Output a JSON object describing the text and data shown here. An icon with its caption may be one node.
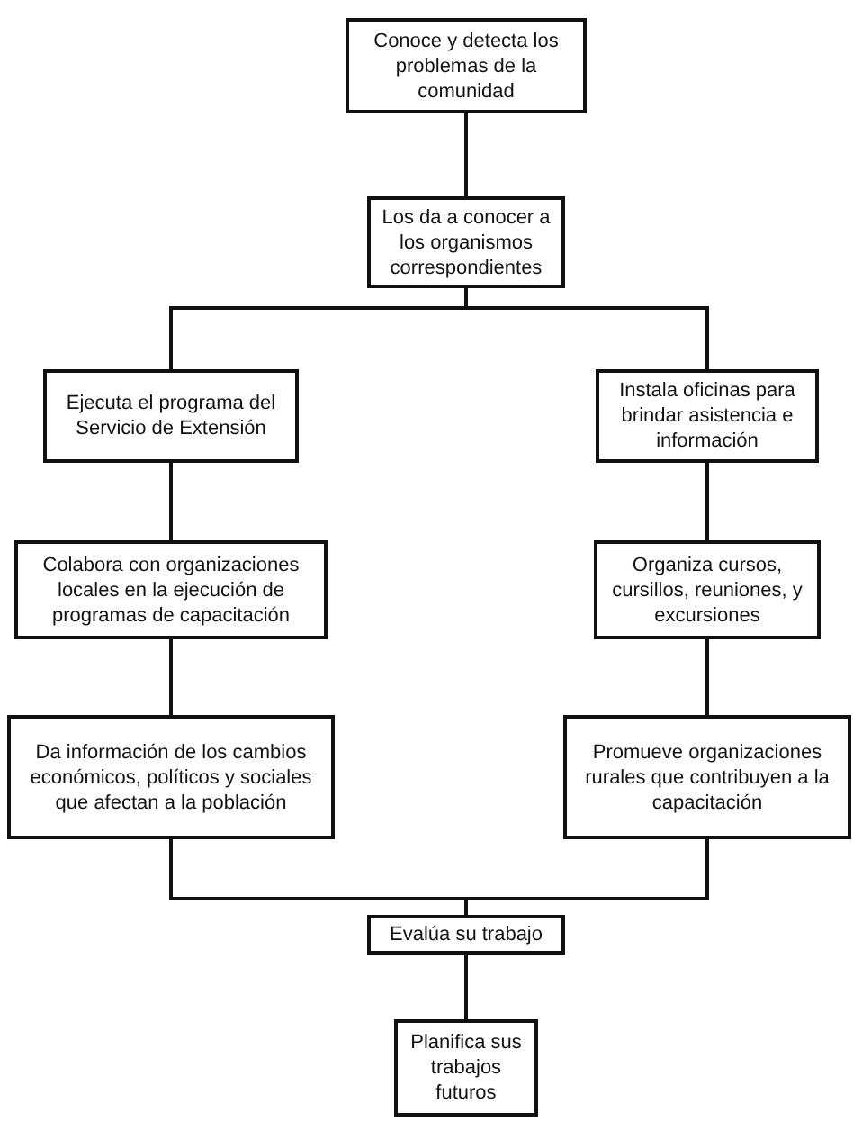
{
  "diagram": {
    "nodes": [
      {
        "text": [
          "Conoce y detecta los problemas de la comunidad"
        ]
      },
      {
        "text": [
          "Los da a conocer a los organismos correspondientes"
        ]
      },
      {
        "text": [
          "Ejecuta el programa del Servicio de Extensión"
        ]
      },
      {
        "text": [
          "Instala oficinas para brindar asistencia e información"
        ]
      },
      {
        "text": [
          "Colabora con organizaciones locales en la ejecución de programas de capacitación"
        ]
      },
      {
        "text": [
          "Organiza cursos, cursillos, reuniones, y excursiones"
        ]
      },
      {
        "text": [
          "Da información de los cambios económicos, políticos y sociales que afectan a la población"
        ]
      },
      {
        "text": [
          "Promueve organizaciones rurales que contribuyen a la capacitación"
        ]
      },
      {
        "text": [
          "Evalúa su trabajo"
        ]
      },
      {
        "text": [
          "Planifica sus trabajos futuros"
        ]
      }
    ],
    "edges": [
      {
        "from": 0,
        "to": 1,
        "arrow": "none"
      },
      {
        "from": 1,
        "to": 2,
        "arrow": "none"
      },
      {
        "from": 1,
        "to": 3,
        "arrow": "none"
      },
      {
        "from": 2,
        "to": 4,
        "arrow": "none"
      },
      {
        "from": 3,
        "to": 5,
        "arrow": "none"
      },
      {
        "from": 4,
        "to": 6,
        "arrow": "none"
      },
      {
        "from": 5,
        "to": 7,
        "arrow": "none"
      },
      {
        "from": 6,
        "to": 8,
        "arrow": "none"
      },
      {
        "from": 7,
        "to": 8,
        "arrow": "none"
      },
      {
        "from": 8,
        "to": 9,
        "arrow": "none"
      }
    ]
  }
}
